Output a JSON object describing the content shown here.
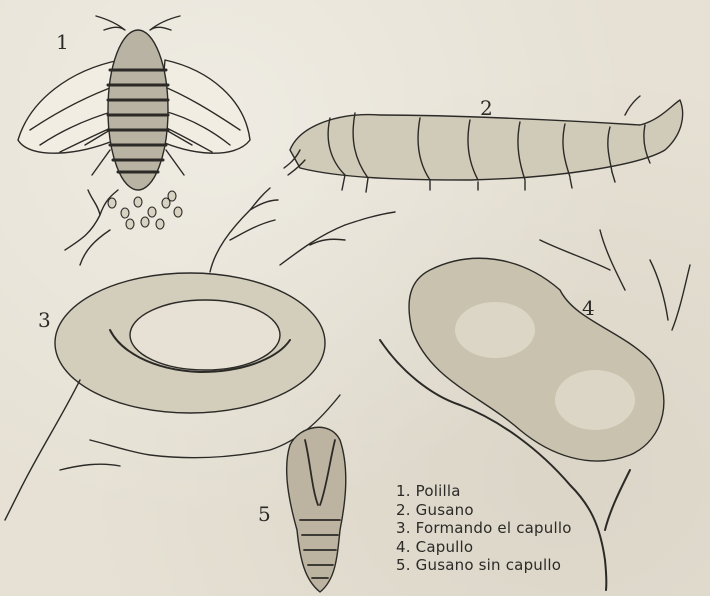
{
  "figure_numbers": {
    "moth": "1",
    "worm": "2",
    "forming": "3",
    "cocoon": "4",
    "pupa": "5"
  },
  "legend": [
    "1. Polilla",
    "2. Gusano",
    "3. Formando el capullo",
    "4. Capullo",
    "5. Gusano sin capullo"
  ],
  "colors": {
    "paper": "#e6e1d4",
    "ink": "#2b2a27"
  }
}
